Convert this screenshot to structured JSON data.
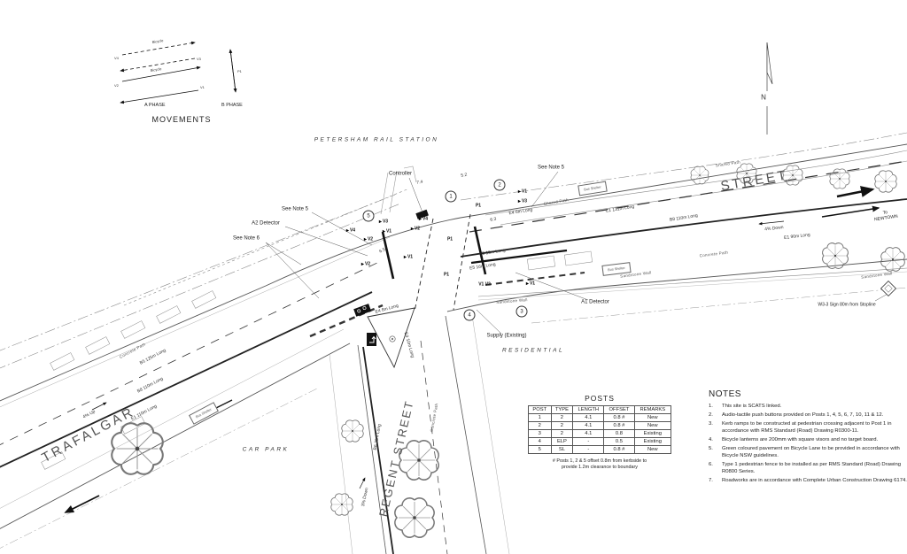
{
  "legend": {
    "title": "MOVEMENTS",
    "a_phase_label": "A PHASE",
    "b_phase_label": "B PHASE",
    "bicycle_label": "Bicycle",
    "movements": {
      "v1": "V1",
      "v2": "V2",
      "v3": "V3",
      "v4": "V4",
      "p1": "P1"
    }
  },
  "plan": {
    "station_label": "PETERSHAM RAIL STATION",
    "north_label": "N",
    "street_names": {
      "trafalgar": "TRAFALGAR",
      "street": "STREET",
      "regent": "REGENT STREET"
    },
    "area_labels": {
      "car_park": "CAR PARK",
      "residential": "RESIDENTIAL"
    },
    "direction": {
      "to": "To",
      "newtown": "NEWTOWN"
    },
    "callouts": {
      "controller": "Controller",
      "see_note_5": "See Note 5",
      "see_note_6": "See Note 6",
      "a1_detector": "A1 Detector",
      "a2_detector": "A2 Detector",
      "supply": "Supply (Existing)",
      "w33_sign": "W3-3 Sign 80m from Stopline"
    },
    "road_labels": {
      "c1_131": "C1 131m Long",
      "b8_110": "B8 110m Long",
      "e1_90": "E1 90m Long",
      "b5_125": "B5 125m Long",
      "e1_110": "E1 110m Long",
      "b6_26": "B6 26m Long",
      "e5_15": "E5 15m Long",
      "e5_16": "E5 16m Long",
      "e4_6": "E4 6m Long",
      "e4_8": "E4 8m Long",
      "e4_10": "E4 10m Long",
      "grade_4_down": "4% Down",
      "grade_4_up": "4% Up",
      "grade_3_down": "3% Down"
    },
    "features": {
      "shared_path": "Shared Path",
      "concrete_path": "Concrete Path",
      "sandstone_wall": "Sandstone Wall",
      "bus_shelter": "Bus Shelter"
    },
    "signal_labels": {
      "v1": "V1",
      "v2": "V2",
      "v3": "V3",
      "v4": "V4",
      "p1": "P1",
      "v1v2": "V1 V2"
    },
    "post_markers": [
      "1",
      "2",
      "3",
      "4",
      "5"
    ],
    "dims": {
      "d74": "7.4",
      "d52": "5.2",
      "d63": "6.3",
      "d65": "6.5"
    }
  },
  "posts_table": {
    "title": "POSTS",
    "columns": [
      "POST",
      "TYPE",
      "LENGTH",
      "OFFSET",
      "REMARKS"
    ],
    "rows": [
      [
        "1",
        "2",
        "4.1",
        "0.8 #",
        "New"
      ],
      [
        "2",
        "2",
        "4.1",
        "0.8 #",
        "New"
      ],
      [
        "3",
        "2",
        "4.1",
        "0.8",
        "Existing"
      ],
      [
        "4",
        "ELP",
        "-",
        "0.5",
        "Existing"
      ],
      [
        "5",
        "SL",
        "-",
        "0.8 #",
        "New"
      ]
    ],
    "footnote_line1": "# Posts 1, 2 & 5 offset 0.8m from kerbside to",
    "footnote_line2": "provide 1.2m clearance to boundary"
  },
  "notes": {
    "title": "NOTES",
    "items": [
      "This site is SCATS linked.",
      "Audio-tactile push buttons provided on Posts 1, 4, 5, 6, 7, 10, 11 & 12.",
      "Kerb ramps to be constructed at pedestrian crossing adjacent to Post 1 in accordance with RMS Standard (Road) Drawing R0300-11.",
      "Bicycle lanterns are 200mm with square visors and no target board.",
      "Green coloured pavement on Bicycle Lane to be provided in accordance with Bicycle NSW guidelines.",
      "Type 1 pedestrian fence to be installed as per RMS Standard (Road) Drawing R0800 Series.",
      "Roadworks are in accordance with Complete Urban Construction Drawing 6174."
    ]
  },
  "colors": {
    "line": "#3a3a3a",
    "light_line": "#999999",
    "ink": "#111111"
  }
}
